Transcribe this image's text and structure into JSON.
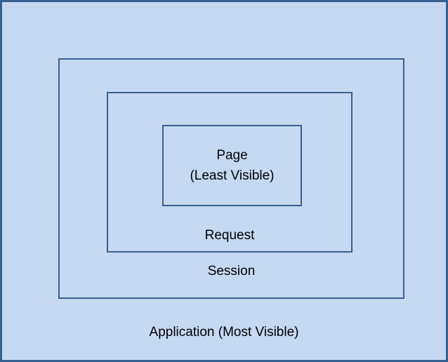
{
  "diagram": {
    "type": "nested-scope-visibility-diagram",
    "levels": [
      {
        "name": "application",
        "label": "Application (Most Visible)"
      },
      {
        "name": "session",
        "label": "Session"
      },
      {
        "name": "request",
        "label": "Request"
      },
      {
        "name": "page",
        "label_line1": "Page",
        "label_line2": "(Least Visible)"
      }
    ],
    "colors": {
      "box_fill": "#c6d9f1",
      "box_border": "#376092",
      "text": "#000000"
    }
  }
}
